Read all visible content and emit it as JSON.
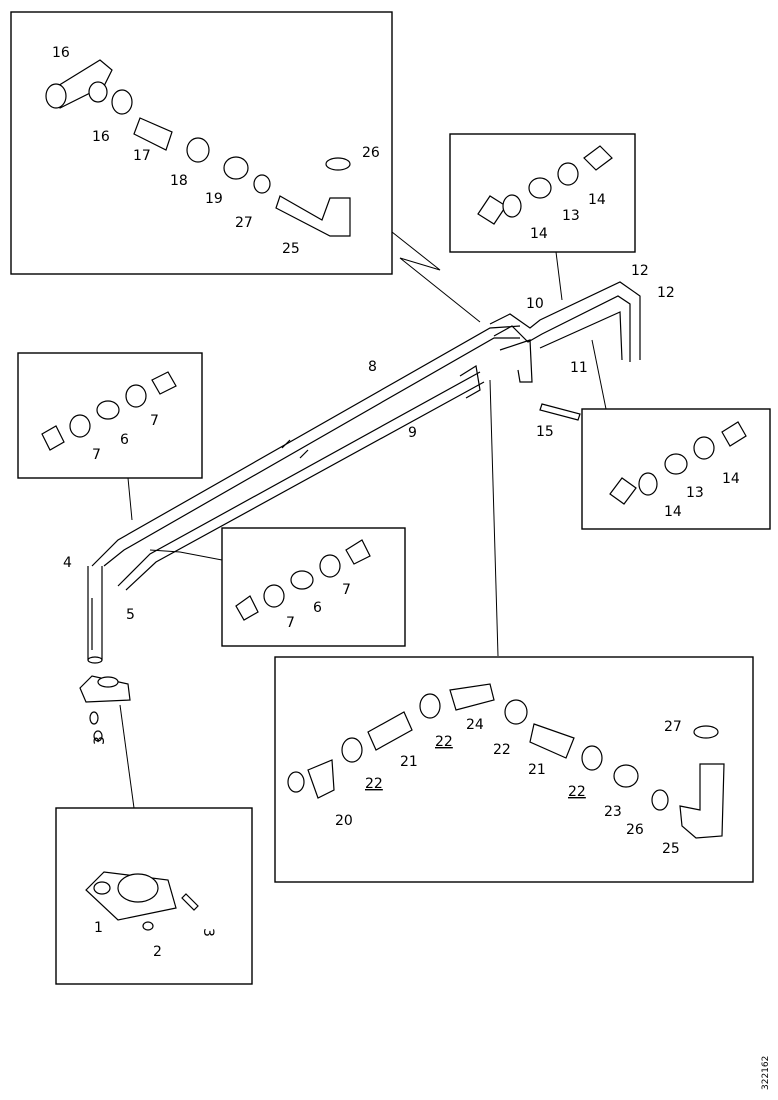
{
  "figure_id": "322162",
  "labels": {
    "l1": "1",
    "l2": "2",
    "l3": "3",
    "l3b": "3",
    "l4": "4",
    "l5": "5",
    "l6a": "6",
    "l6b": "6",
    "l7a": "7",
    "l7b": "7",
    "l7c": "7",
    "l7d": "7",
    "l8": "8",
    "l9": "9",
    "l10": "10",
    "l11": "11",
    "l12a": "12",
    "l12b": "12",
    "l13a": "13",
    "l13b": "13",
    "l14a": "14",
    "l14b": "14",
    "l14c": "14",
    "l14d": "14",
    "l15": "15",
    "l16a": "16",
    "l16b": "16",
    "l17": "17",
    "l18": "18",
    "l19": "19",
    "l20": "20",
    "l21a": "21",
    "l21b": "21",
    "l22a": "22",
    "l22b": "22",
    "l22c": "22",
    "l22d": "22",
    "l23": "23",
    "l24": "24",
    "l25a": "25",
    "l25b": "25",
    "l26a": "26",
    "l26b": "26",
    "l27a": "27",
    "l27b": "27"
  }
}
